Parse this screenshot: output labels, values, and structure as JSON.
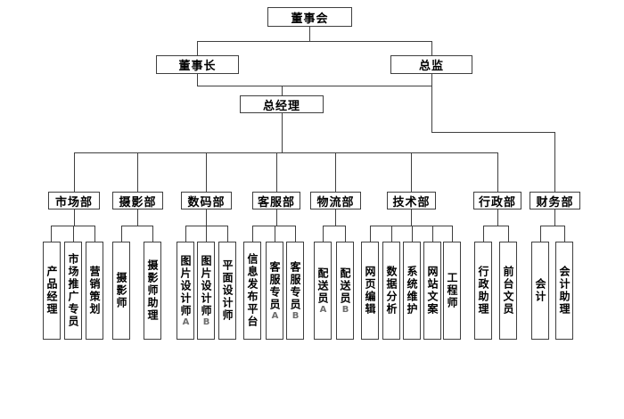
{
  "colors": {
    "line": "#3f3f3f",
    "box_border": "#3f3f3f",
    "box_background": "#ffffff",
    "text": "#000000",
    "suffix_text": "#6e6e6e",
    "page_background": "#ffffff"
  },
  "chart_data": {
    "type": "org-tree",
    "title": "",
    "root": "董事会",
    "hierarchy": {
      "董事会": [
        "董事长",
        "总监"
      ],
      "董事长": [
        "总经理"
      ],
      "总监": [
        "财务部"
      ],
      "总经理": [
        "市场部",
        "摄影部",
        "数码部",
        "客服部",
        "物流部",
        "技术部",
        "行政部"
      ]
    }
  },
  "org": {
    "root": {
      "label": "董事会"
    },
    "executives": [
      {
        "label": "董事长"
      },
      {
        "label": "总监"
      }
    ],
    "general_manager": {
      "label": "总经理"
    },
    "departments": [
      {
        "label": "市场部",
        "children": [
          {
            "label": "产品经理",
            "suffix": ""
          },
          {
            "label": "市场推广专员",
            "suffix": ""
          },
          {
            "label": "营销策划",
            "suffix": ""
          }
        ]
      },
      {
        "label": "摄影部",
        "children": [
          {
            "label": "摄影师",
            "suffix": ""
          },
          {
            "label": "摄影师助理",
            "suffix": ""
          }
        ]
      },
      {
        "label": "数码部",
        "children": [
          {
            "label": "图片设计师",
            "suffix": "A"
          },
          {
            "label": "图片设计师",
            "suffix": "B"
          },
          {
            "label": "平面设计师",
            "suffix": ""
          }
        ]
      },
      {
        "label": "客服部",
        "children": [
          {
            "label": "信息发布平台",
            "suffix": ""
          },
          {
            "label": "客服专员",
            "suffix": "A"
          },
          {
            "label": "客服专员",
            "suffix": "B"
          }
        ]
      },
      {
        "label": "物流部",
        "children": [
          {
            "label": "配送员",
            "suffix": "A"
          },
          {
            "label": "配送员",
            "suffix": "B"
          }
        ]
      },
      {
        "label": "技术部",
        "children": [
          {
            "label": "网页编辑",
            "suffix": ""
          },
          {
            "label": "数据分析",
            "suffix": ""
          },
          {
            "label": "系统维护",
            "suffix": ""
          },
          {
            "label": "网站文案",
            "suffix": ""
          },
          {
            "label": "工程师",
            "suffix": ""
          }
        ]
      },
      {
        "label": "行政部",
        "children": [
          {
            "label": "行政助理",
            "suffix": ""
          },
          {
            "label": "前台文员",
            "suffix": ""
          }
        ]
      },
      {
        "label": "财务部",
        "children": [
          {
            "label": "会计",
            "suffix": ""
          },
          {
            "label": "会计助理",
            "suffix": ""
          }
        ]
      }
    ]
  }
}
